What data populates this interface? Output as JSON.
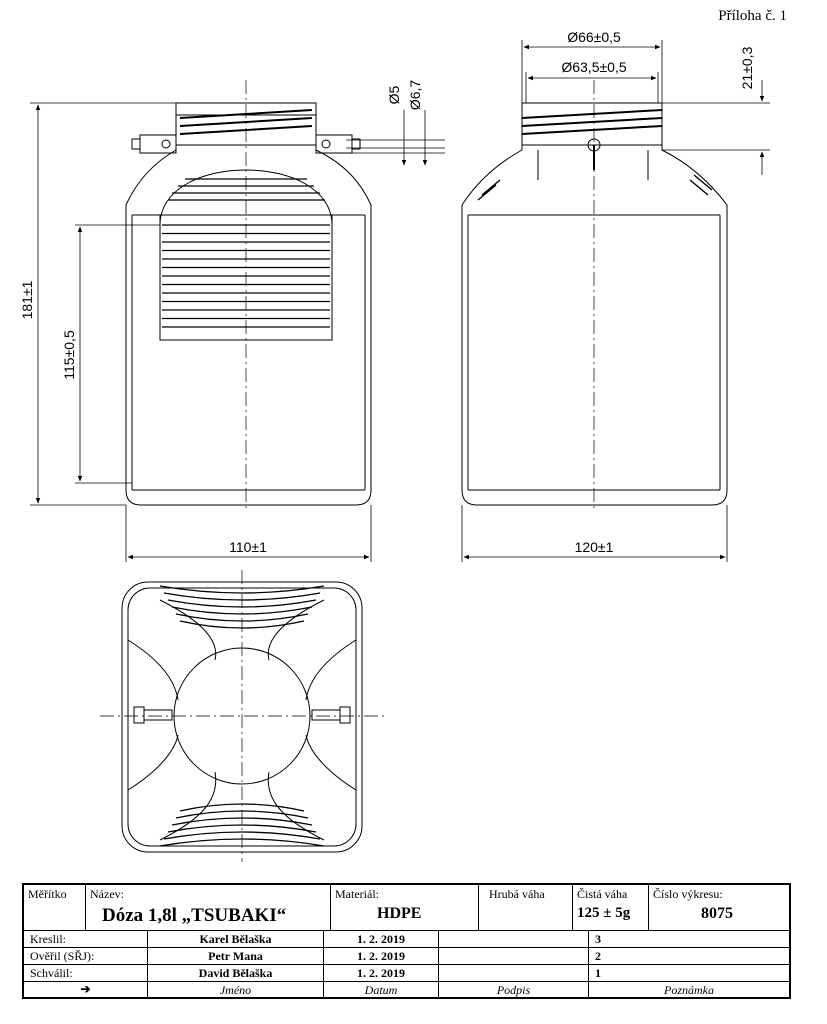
{
  "annex_label": "Příloha č. 1",
  "dimensions": {
    "d66": "Ø66±0,5",
    "d63": "Ø63,5±0,5",
    "h21": "21±0,3",
    "d5": "Ø5",
    "d67": "Ø6,7",
    "h181": "181±1",
    "h115": "115±0,5",
    "w110": "110±1",
    "w120": "120±1"
  },
  "title_block": {
    "scale_label": "Měřítko",
    "name_label": "Název:",
    "name_value": "Dóza 1,8l „TSUBAKI“",
    "material_label": "Materiál:",
    "material_value": "HDPE",
    "gross_weight_label": "Hrubá váha",
    "net_weight_label": "Čistá váha",
    "net_weight_value": "125 ± 5g",
    "drawing_no_label": "Číslo výkresu:",
    "drawing_no_value": "8075",
    "rows": [
      {
        "role": "Kreslil:",
        "name": "Karel Bělaška",
        "date": "1. 2. 2019",
        "rev": "3"
      },
      {
        "role": "Ověřil (SŘJ):",
        "name": "Petr Mana",
        "date": "1. 2. 2019",
        "rev": "2"
      },
      {
        "role": "Schválil:",
        "name": "David Bělaška",
        "date": "1. 2. 2019",
        "rev": "1"
      }
    ],
    "footer": {
      "arrow": "➔",
      "name": "Jméno",
      "date": "Datum",
      "signature": "Podpis",
      "note": "Poznámka"
    }
  }
}
